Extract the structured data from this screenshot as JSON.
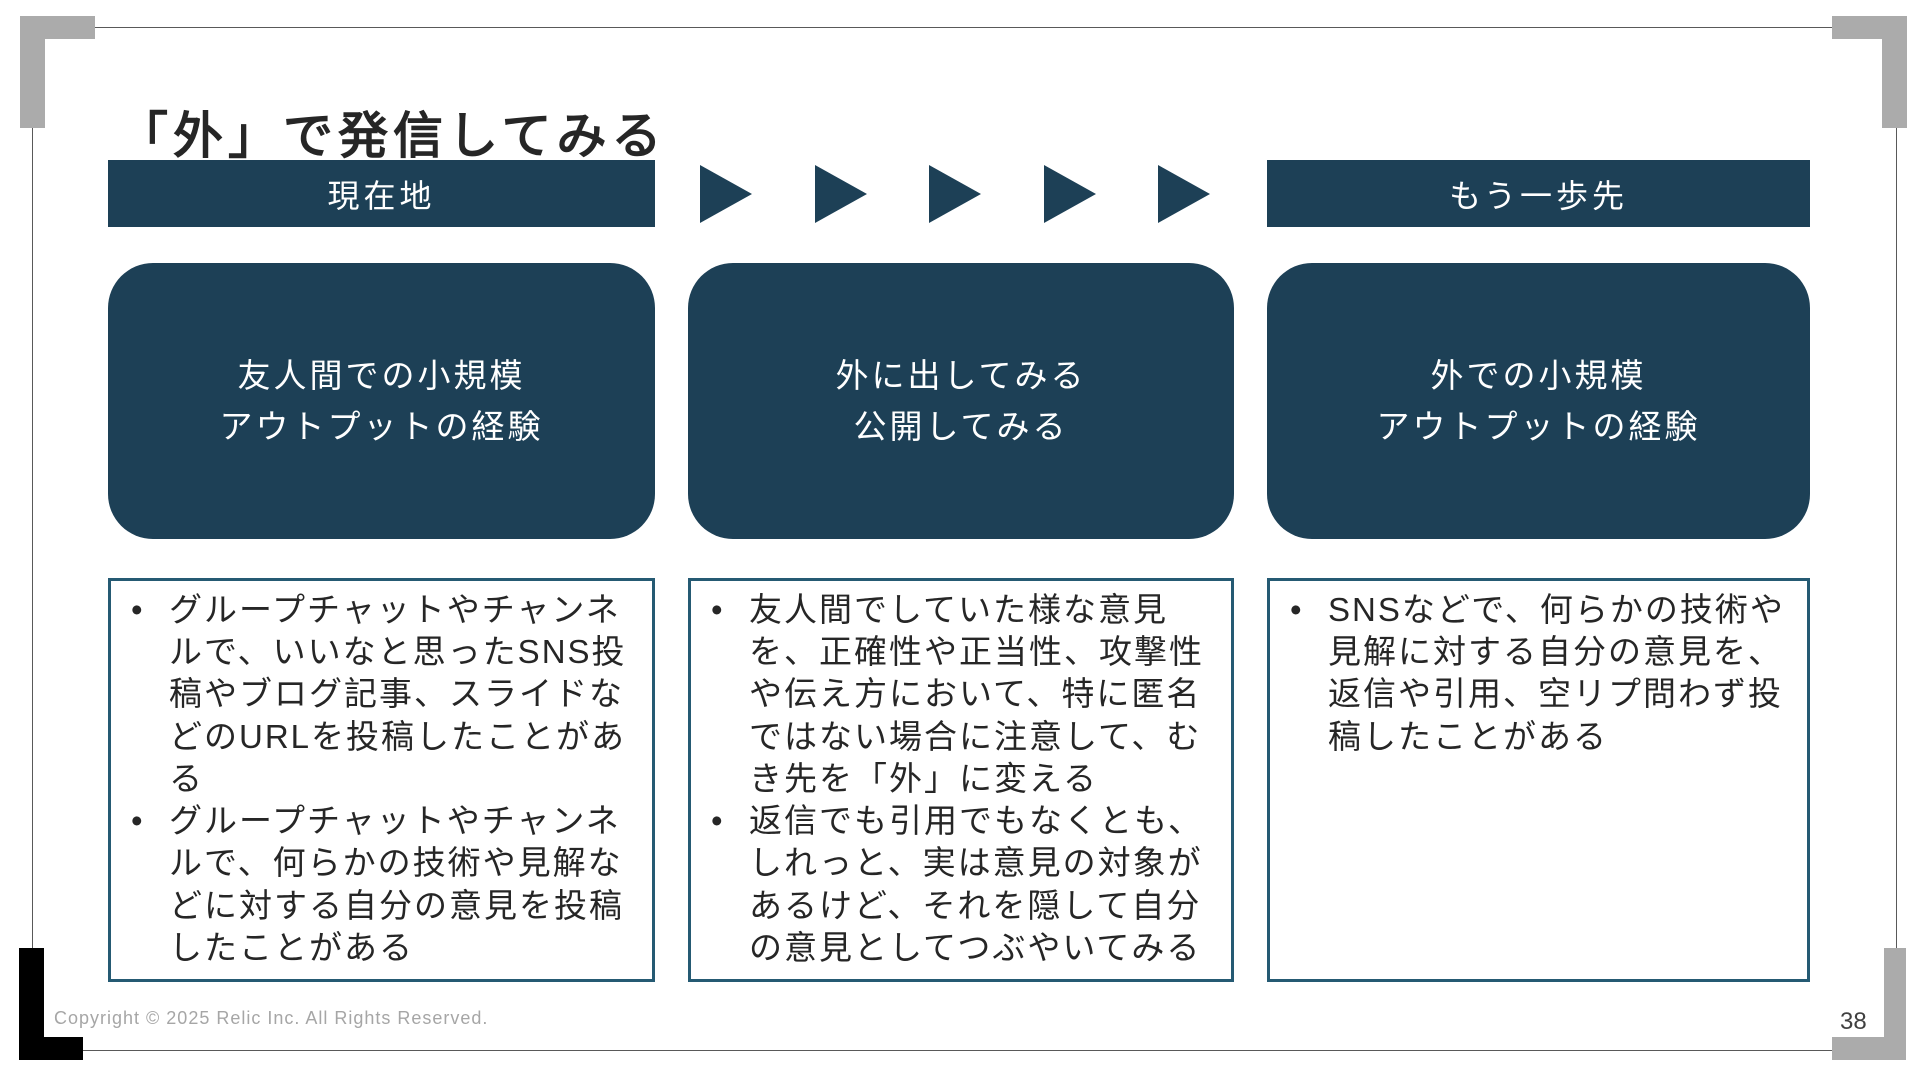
{
  "slide": {
    "title": "「外」で発信してみる",
    "header": {
      "left_label": "現在地",
      "right_label": "もう一歩先",
      "arrow_count": 5
    },
    "stages": [
      {
        "line1": "友人間での小規模",
        "line2": "アウトプットの経験"
      },
      {
        "line1": "外に出してみる",
        "line2": "公開してみる"
      },
      {
        "line1": "外での小規模",
        "line2": "アウトプットの経験"
      }
    ],
    "details": [
      {
        "bullets": [
          "グループチャットやチャンネルで、いいなと思ったSNS投稿やブログ記事、スライドなどのURLを投稿したことがある",
          "グループチャットやチャンネルで、何らかの技術や見解などに対する自分の意見を投稿したことがある"
        ]
      },
      {
        "bullets": [
          "友人間でしていた様な意見を、正確性や正当性、攻撃性や伝え方において、特に匿名ではない場合に注意して、むき先を「外」に変える",
          "返信でも引用でもなくとも、しれっと、実は意見の対象があるけど、それを隠して自分の意見としてつぶやいてみる"
        ]
      },
      {
        "bullets": [
          "SNSなどで、何らかの技術や見解に対する自分の意見を、返信や引用、空リプ問わず投稿したことがある"
        ]
      }
    ],
    "footer": {
      "copyright": "Copyright © 2025 Relic Inc. All Rights Reserved.",
      "page_number": "38"
    },
    "colors": {
      "primary_dark_blue": "#1D4056",
      "detail_box_border": "#255A73",
      "text_dark": "#262626",
      "copyright_gray": "#A6A6A6",
      "corner_gray": "#ABABAB",
      "corner_black": "#000000"
    }
  }
}
